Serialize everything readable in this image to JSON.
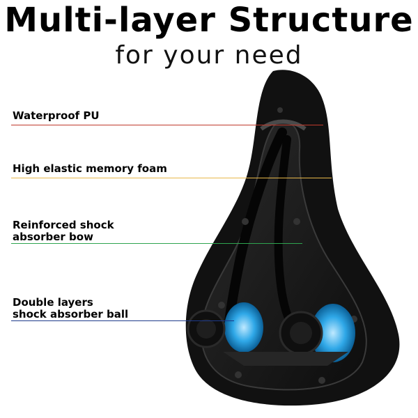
{
  "header": {
    "title": "Multi-layer Structure",
    "subtitle": "for your need"
  },
  "layers": [
    {
      "lines": [
        "Waterproof PU"
      ],
      "color": "#c0392b"
    },
    {
      "lines": [
        "High elastic memory foam"
      ],
      "color": "#e8b84a"
    },
    {
      "lines": [
        "Reinforced shock",
        "absorber bow"
      ],
      "color": "#2ea44f"
    },
    {
      "lines": [
        "Double layers",
        "shock absorber ball"
      ],
      "color": "#1e3a8a"
    }
  ],
  "colors": {
    "saddle": "#121212",
    "shell": "#1f1f1f",
    "accent": "#2fa8e8"
  }
}
